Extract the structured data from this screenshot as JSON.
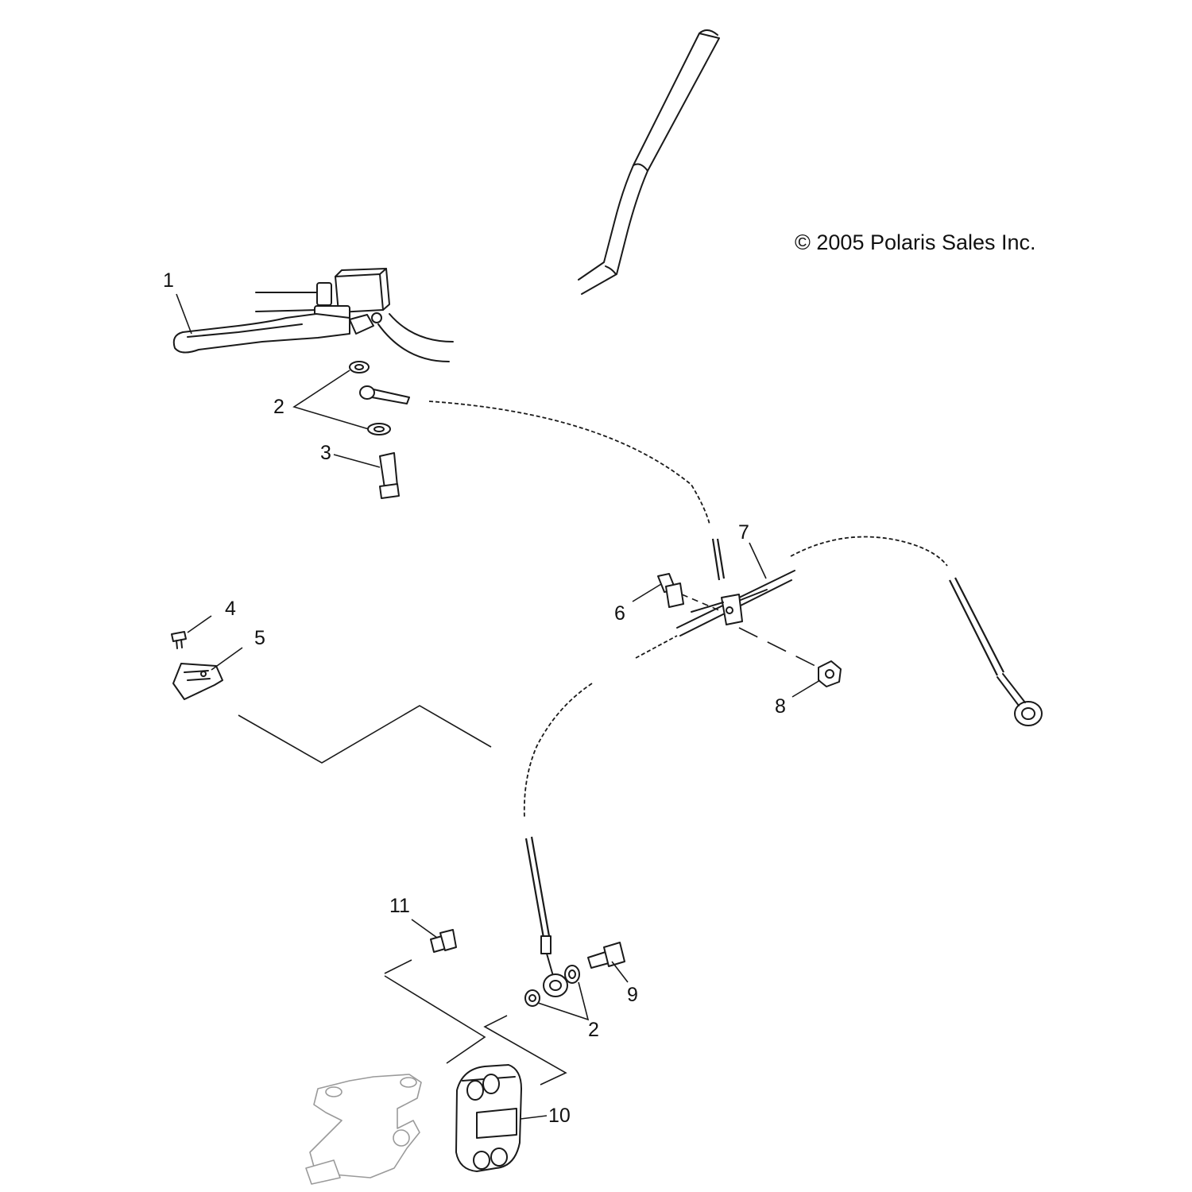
{
  "copyright": "© 2005 Polaris Sales Inc.",
  "callouts": {
    "c1": "1",
    "c2a": "2",
    "c3": "3",
    "c4": "4",
    "c5": "5",
    "c6": "6",
    "c7": "7",
    "c8": "8",
    "c9": "9",
    "c2b": "2",
    "c10": "10",
    "c11": "11"
  }
}
